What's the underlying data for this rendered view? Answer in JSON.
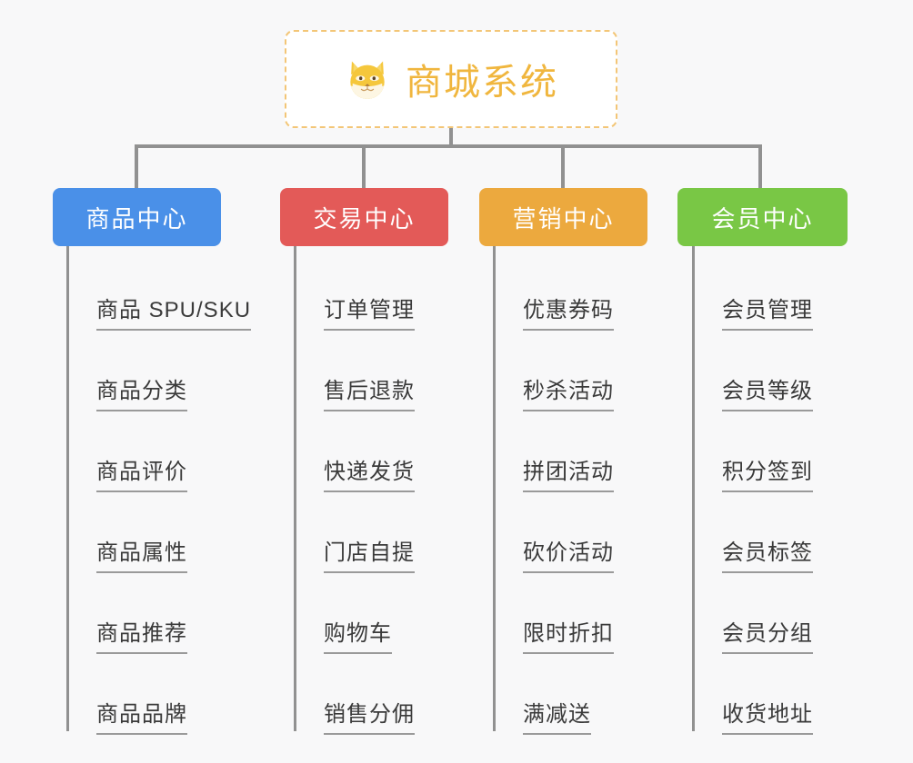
{
  "root": {
    "title": "商城系统",
    "emoji_name": "shiba-inu-dog-face-emoji",
    "border_color": "#f3c677",
    "text_color": "#f0b63e"
  },
  "colors": {
    "background": "#f8f8f9",
    "connector": "#919191",
    "leaf_text": "#3a3a3a",
    "leaf_rule": "#9a9a9a"
  },
  "columns": [
    {
      "title": "商品中心",
      "color": "#4a90e8",
      "items": [
        "商品 SPU/SKU",
        "商品分类",
        "商品评价",
        "商品属性",
        "商品推荐",
        "商品品牌"
      ]
    },
    {
      "title": "交易中心",
      "color": "#e35a58",
      "items": [
        "订单管理",
        "售后退款",
        "快递发货",
        "门店自提",
        "购物车",
        "销售分佣"
      ]
    },
    {
      "title": "营销中心",
      "color": "#eca93e",
      "items": [
        "优惠券码",
        "秒杀活动",
        "拼团活动",
        "砍价活动",
        "限时折扣",
        "满减送"
      ]
    },
    {
      "title": "会员中心",
      "color": "#79c745",
      "items": [
        "会员管理",
        "会员等级",
        "积分签到",
        "会员标签",
        "会员分组",
        "收货地址"
      ]
    }
  ]
}
